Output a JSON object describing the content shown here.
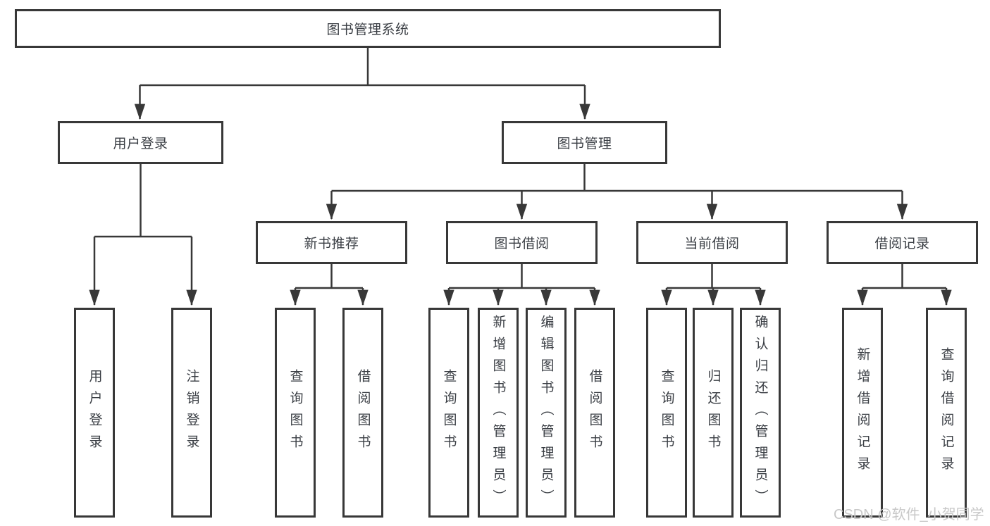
{
  "colors": {
    "line": "#383838",
    "box_border": "#383838",
    "text": "#3a3e44",
    "watermark": "#c8c8c8",
    "background": "#ffffff"
  },
  "watermark": "CSDN @软件_小贺同学",
  "tree": {
    "root": "图书管理系统",
    "user_login": {
      "label": "用户登录",
      "children": [
        "用户登录",
        "注销登录"
      ]
    },
    "book_mgmt": {
      "label": "图书管理",
      "new_book_rec": {
        "label": "新书推荐",
        "children": [
          "查询图书",
          "借阅图书"
        ]
      },
      "book_borrow": {
        "label": "图书借阅",
        "children": [
          "查询图书",
          "新增图书（管理员）",
          "编辑图书（管理员）",
          "借阅图书"
        ]
      },
      "current_borrow": {
        "label": "当前借阅",
        "children": [
          "查询图书",
          "归还图书",
          "确认归还（管理员）"
        ]
      },
      "borrow_records": {
        "label": "借阅记录",
        "children": [
          "新增借阅记录",
          "查询借阅记录"
        ]
      }
    }
  }
}
